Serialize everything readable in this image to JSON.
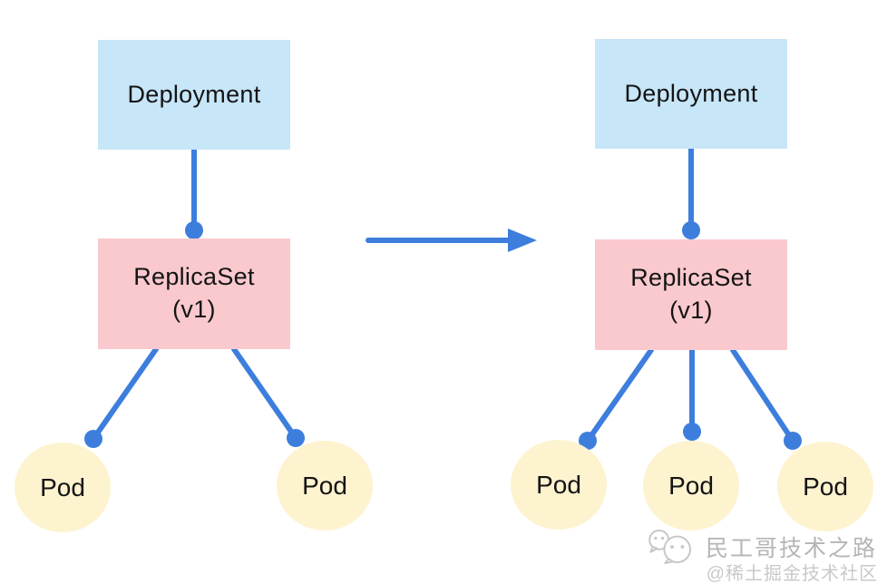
{
  "page": {
    "background": "#ffffff"
  },
  "colors": {
    "deployment_fill": "#c7e6f8",
    "replicaset_fill": "#f9c9ce",
    "pod_fill": "#fdf3cf",
    "connector_blue": "#3d7edd",
    "label_text": "#141414",
    "watermark_primary": "#b5b5b5",
    "watermark_secondary": "#c9c9c9"
  },
  "left_diagram": {
    "deployment_label": "Deployment",
    "replicaset_label_line1": "ReplicaSet",
    "replicaset_label_line2": "(v1)",
    "pods": [
      {
        "label": "Pod"
      },
      {
        "label": "Pod"
      }
    ]
  },
  "right_diagram": {
    "deployment_label": "Deployment",
    "replicaset_label_line1": "ReplicaSet",
    "replicaset_label_line2": "(v1)",
    "pods": [
      {
        "label": "Pod"
      },
      {
        "label": "Pod"
      },
      {
        "label": "Pod"
      }
    ]
  },
  "watermark": {
    "icon": "wechat-icon",
    "title": "民工哥技术之路",
    "subtitle": "@稀土掘金技术社区"
  }
}
